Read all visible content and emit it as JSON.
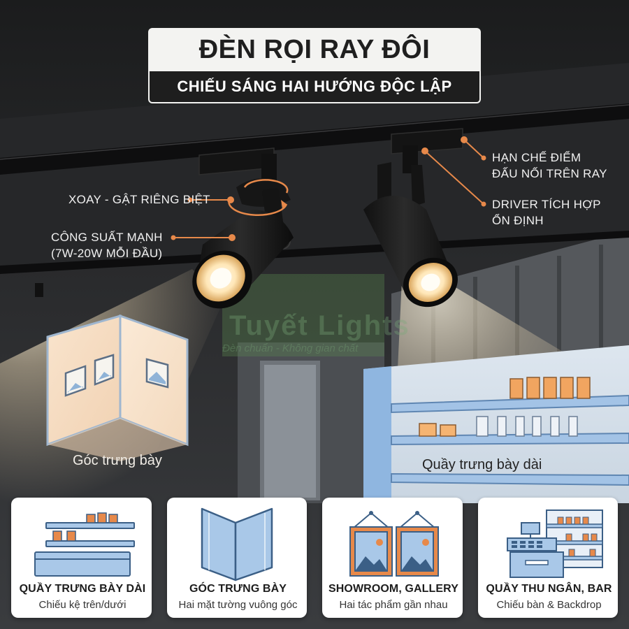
{
  "title": {
    "main": "ĐÈN RỌI RAY ĐÔI",
    "sub": "CHIẾU SÁNG HAI HƯỚNG ĐỘC LẬP"
  },
  "callouts": {
    "rotate": "XOAY - GẬT RIÊNG BIỆT",
    "power_line1": "CÔNG SUẤT MẠNH",
    "power_line2": "(7W-20W MỖI ĐẦU)",
    "connect_line1": "HẠN CHẾ ĐIỂM",
    "connect_line2": "ĐẤU NỐI TRÊN RAY",
    "driver_line1": "DRIVER TÍCH HỢP",
    "driver_line2": "ỔN ĐỊNH"
  },
  "scene_labels": {
    "corner": "Góc trưng bày",
    "shelf": "Quầy trưng bày dài"
  },
  "watermark": {
    "brand": "Tuyết Lights",
    "slogan": "Đèn chuẩn - Không gian chất"
  },
  "cards": [
    {
      "title": "QUẦY TRƯNG BÀY DÀI",
      "subtitle": "Chiếu kệ trên/dưới",
      "icon": "shelf-display-icon"
    },
    {
      "title": "GÓC TRƯNG BÀY",
      "subtitle": "Hai mặt tường vuông góc",
      "icon": "corner-wall-icon"
    },
    {
      "title": "SHOWROOM, GALLERY",
      "subtitle": "Hai tác phẩm gần nhau",
      "icon": "framed-pictures-icon"
    },
    {
      "title": "QUẦY THU NGÂN, BAR",
      "subtitle": "Chiếu bàn & Backdrop",
      "icon": "cash-register-icon"
    }
  ],
  "colors": {
    "accent_orange": "#e7894a",
    "light_blue": "#a9c8e8",
    "outline_blue": "#3b5f86",
    "background_dark": "#1a1a1b",
    "banner_light": "#f3f3f1"
  }
}
